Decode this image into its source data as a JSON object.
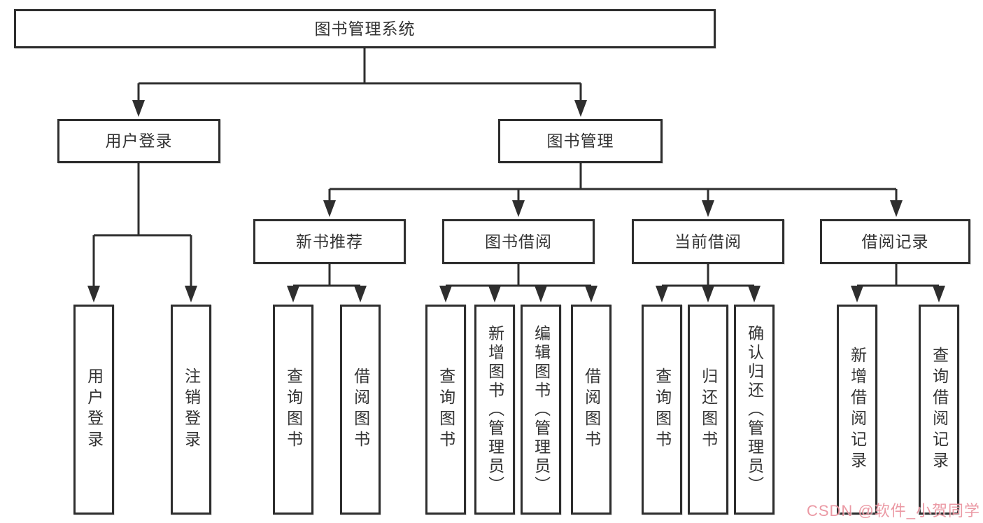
{
  "tree": {
    "root": {
      "label": "图书管理系统",
      "children": [
        {
          "label": "用户登录",
          "children": [
            {
              "label": "用户登录"
            },
            {
              "label": "注销登录"
            }
          ]
        },
        {
          "label": "图书管理",
          "children": [
            {
              "label": "新书推荐",
              "children": [
                {
                  "label": "查询图书"
                },
                {
                  "label": "借阅图书"
                }
              ]
            },
            {
              "label": "图书借阅",
              "children": [
                {
                  "label": "查询图书"
                },
                {
                  "label": "新增图书（管理员）"
                },
                {
                  "label": "编辑图书（管理员）"
                },
                {
                  "label": "借阅图书"
                }
              ]
            },
            {
              "label": "当前借阅",
              "children": [
                {
                  "label": "查询图书"
                },
                {
                  "label": "归还图书"
                },
                {
                  "label": "确认归还（管理员）"
                }
              ]
            },
            {
              "label": "借阅记录",
              "children": [
                {
                  "label": "新增借阅记录"
                },
                {
                  "label": "查询借阅记录"
                }
              ]
            }
          ]
        }
      ]
    }
  },
  "watermark": {
    "text": "CSDN @软件_小贺同学"
  },
  "colors": {
    "background": "#ffffff",
    "box_border": "#2e2e2e",
    "connector_line": "#2e2e2e",
    "label_text": "#333333",
    "watermark_text": "#e88794"
  }
}
